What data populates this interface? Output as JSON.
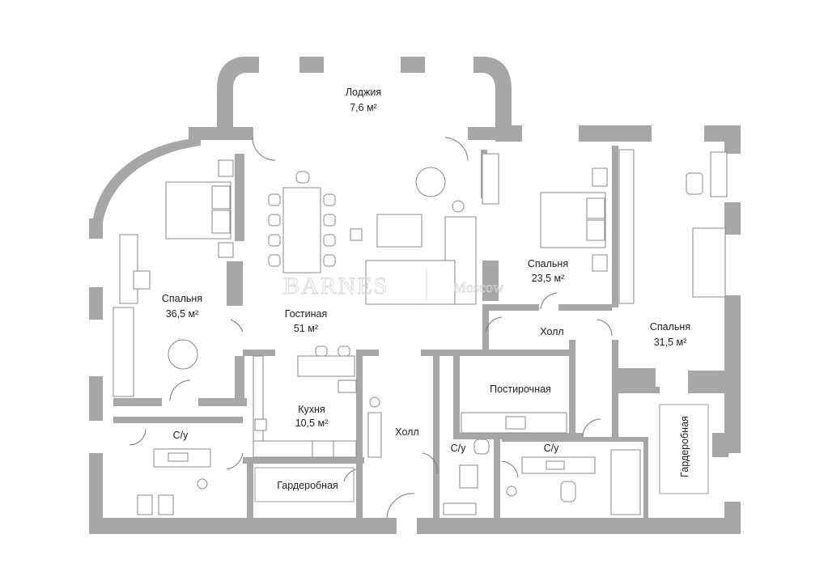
{
  "rooms": {
    "loggia": {
      "name": "Лоджия",
      "area": "7,6 м²"
    },
    "bedroom_left": {
      "name": "Спальня",
      "area": "36,5 м²"
    },
    "living": {
      "name": "Гостиная",
      "area": "51 м²"
    },
    "bedroom_mid": {
      "name": "Спальня",
      "area": "23,5 м²"
    },
    "hall_top": {
      "name": "Холл"
    },
    "bedroom_right": {
      "name": "Спальня",
      "area": "31,5 м²"
    },
    "kitchen": {
      "name": "Кухня",
      "area": "10,5 м²"
    },
    "laundry": {
      "name": "Постирочная"
    },
    "bath_left": {
      "name": "С/у"
    },
    "hall_main": {
      "name": "Холл"
    },
    "bath_small": {
      "name": "С/у"
    },
    "bath_right": {
      "name": "С/у"
    },
    "wardrobe_left": {
      "name": "Гардеробная"
    },
    "wardrobe_right": {
      "name": "Гардеробная"
    }
  },
  "watermark": {
    "brand": "BARNES",
    "city": "Moscow"
  },
  "colors": {
    "wall": "#a7a7a7",
    "floor": "#ffffff",
    "text": "#1e1e1e"
  }
}
